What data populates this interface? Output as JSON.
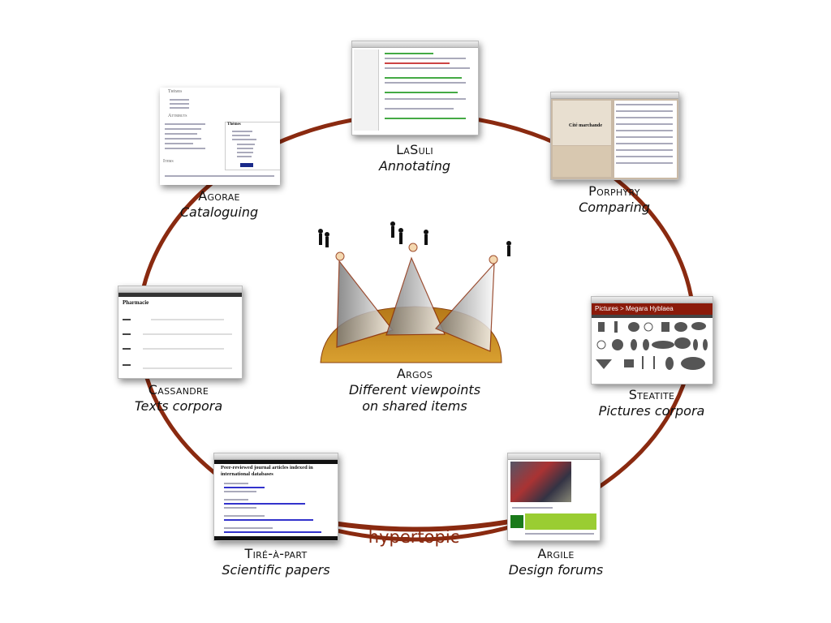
{
  "brand": {
    "name": "hypertopic",
    "color": "#8a2a10"
  },
  "center": {
    "name": "Argos",
    "role_line1": "Different viewpoints",
    "role_line2": "on shared items"
  },
  "tools": [
    {
      "name": "LaSuli",
      "role": "Annotating"
    },
    {
      "name": "Agorae",
      "role": "Cataloguing"
    },
    {
      "name": "Porphyry",
      "role": "Comparing"
    },
    {
      "name": "Cassandre",
      "role": "Texts corpora"
    },
    {
      "name": "Steatite",
      "role": "Pictures corpora"
    },
    {
      "name": "Tiré-à-part",
      "role": "Scientific papers"
    },
    {
      "name": "Argile",
      "role": "Design forums"
    }
  ],
  "thumbnails": {
    "agorae": {
      "themes": "Thèmes",
      "attributes": "Attributs",
      "items": "Items",
      "panel": "Thèmes"
    },
    "porphyry": {
      "heading": "Cité marchande"
    },
    "cassandre": {
      "heading": "Pharmacie"
    },
    "steatite": {
      "heading": "Pictures > Megara Hyblaea"
    },
    "tire_a_part": {
      "heading": "Peer-reviewed journal articles indexed in international databases"
    }
  },
  "colors": {
    "ring": "#8a2a10",
    "hill": "#c8891c",
    "beam": "#9a9a9a"
  }
}
